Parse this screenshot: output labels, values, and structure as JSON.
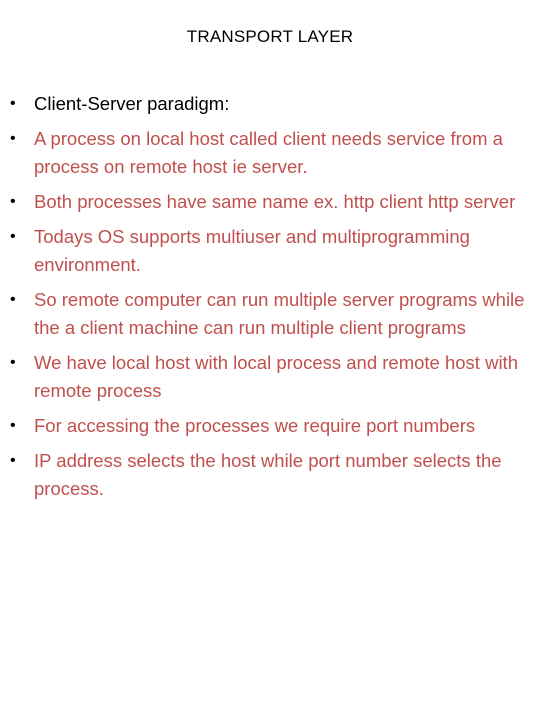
{
  "slide": {
    "title": "TRANSPORT LAYER",
    "bullet_marker": "•",
    "bullets": [
      {
        "text": "Client-Server paradigm:"
      },
      {
        "text": "A process on local host called client needs service from a process on remote host ie server."
      },
      {
        "text": "Both processes have same name ex. http client http server"
      },
      {
        "text": "Todays OS supports multiuser and multiprogramming environment."
      },
      {
        "text": "So remote computer can run multiple server programs while the a client machine can run multiple client programs"
      },
      {
        "text": "We have local host with local process and remote host with remote process"
      },
      {
        "text": "For accessing the processes we require port numbers"
      },
      {
        "text": "IP address selects the host while port number selects the process."
      }
    ]
  },
  "colors": {
    "title": "#000000",
    "first_bullet": "#000000",
    "body_text": "#c0504d",
    "background": "#ffffff"
  }
}
